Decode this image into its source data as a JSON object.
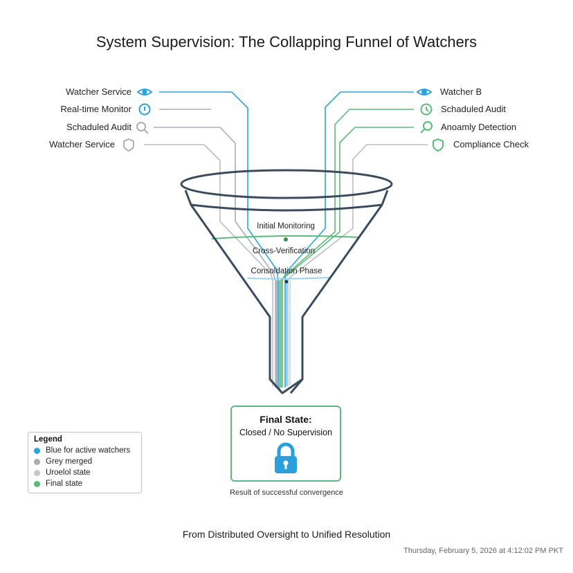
{
  "title": "System Supervision: The Collapping Funnel of Watchers",
  "colors": {
    "active_blue": "#2aa3d6",
    "grey_merged": "#a5adb5",
    "unresolved_grey": "#c4c9ce",
    "final_green": "#5bb97b",
    "funnel_outline": "#3b4b5e",
    "lock_blue": "#2b9fdb"
  },
  "left_watchers": [
    {
      "label": "Watcher Service",
      "icon": "eye-icon",
      "color": "blue"
    },
    {
      "label": "Real-time Monitor",
      "icon": "clock-alert-icon",
      "color": "blue"
    },
    {
      "label": "Schaduled Audit",
      "icon": "search-icon",
      "color": "grey"
    },
    {
      "label": "Watcher Service",
      "icon": "shield-icon",
      "color": "grey"
    }
  ],
  "right_watchers": [
    {
      "label": "Watcher B",
      "icon": "eye-icon",
      "color": "blue"
    },
    {
      "label": "Schaduled Audit",
      "icon": "clock-icon",
      "color": "green"
    },
    {
      "label": "Anoamly Detection",
      "icon": "search-icon",
      "color": "green"
    },
    {
      "label": "Compliance Check",
      "icon": "shield-icon",
      "color": "green"
    }
  ],
  "stages": [
    "Initial Monitoring",
    "Cross-Verification",
    "Consoldation Phase"
  ],
  "final_state": {
    "title": "Final State:",
    "subtitle": "Closed / No Supervision",
    "icon": "lock-icon",
    "caption": "Result of successful convergence"
  },
  "legend": {
    "title": "Legend",
    "items": [
      {
        "label": "Blue for active watchers",
        "color": "#2aa3d6"
      },
      {
        "label": "Grey merged",
        "color": "#a5adb5"
      },
      {
        "label": "Uroelol state",
        "color": "#c4c9ce"
      },
      {
        "label": "Final state",
        "color": "#5bb97b"
      }
    ]
  },
  "footer": "From Distributed Oversight to Unified Resolution",
  "timestamp": "Thursday, February 5, 2026 at 4:12:02 PM PKT"
}
